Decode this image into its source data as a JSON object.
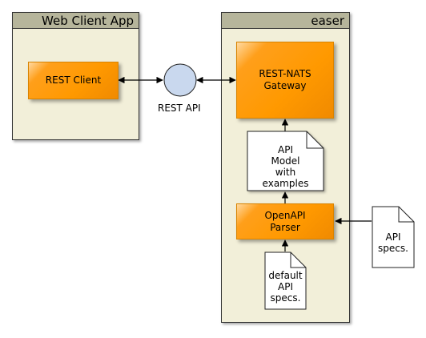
{
  "frames": {
    "web_client": {
      "title": "Web Client App"
    },
    "easer": {
      "title": "easer"
    }
  },
  "boxes": {
    "rest_client": "REST Client",
    "gateway": "REST-NATS\nGateway",
    "parser": "OpenAPI\nParser"
  },
  "interface": {
    "label": "REST API"
  },
  "notes": {
    "api_model": "API\nModel\nwith\nexamples",
    "default_specs": "default\nAPI\nspecs.",
    "api_specs": "API\nspecs."
  },
  "colors": {
    "frame_fill": "#f2efd9",
    "frame_title_bar": "#b6b59b",
    "component_fill": "#ff9900",
    "interface_fill": "#c9d8ee",
    "note_fill": "#ffffff"
  }
}
